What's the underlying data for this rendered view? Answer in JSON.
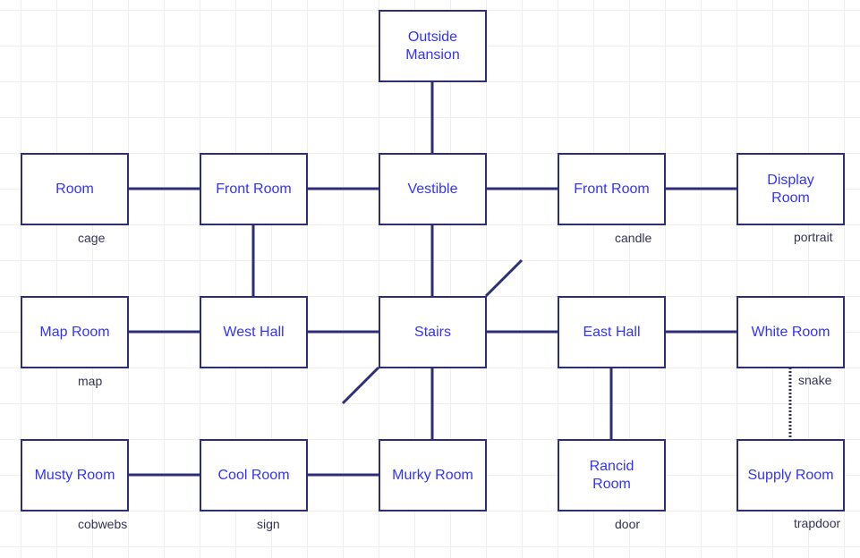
{
  "diagram": {
    "rooms": [
      {
        "id": "outside",
        "label": "Outside Mansion",
        "col": 2,
        "row": 0,
        "item": ""
      },
      {
        "id": "room",
        "label": "Room",
        "col": 0,
        "row": 1,
        "item": "cage"
      },
      {
        "id": "front_room_w",
        "label": "Front Room",
        "col": 1,
        "row": 1,
        "item": ""
      },
      {
        "id": "vestible",
        "label": "Vestible",
        "col": 2,
        "row": 1,
        "item": ""
      },
      {
        "id": "front_room_e",
        "label": "Front Room",
        "col": 3,
        "row": 1,
        "item": "candle"
      },
      {
        "id": "display",
        "label": "Display Room",
        "col": 4,
        "row": 1,
        "item": "portrait"
      },
      {
        "id": "map",
        "label": "Map Room",
        "col": 0,
        "row": 2,
        "item": "map"
      },
      {
        "id": "west_hall",
        "label": "West Hall",
        "col": 1,
        "row": 2,
        "item": ""
      },
      {
        "id": "stairs",
        "label": "Stairs",
        "col": 2,
        "row": 2,
        "item": ""
      },
      {
        "id": "east_hall",
        "label": "East Hall",
        "col": 3,
        "row": 2,
        "item": ""
      },
      {
        "id": "white",
        "label": "White Room",
        "col": 4,
        "row": 2,
        "item": "snake"
      },
      {
        "id": "musty",
        "label": "Musty Room",
        "col": 0,
        "row": 3,
        "item": "cobwebs"
      },
      {
        "id": "cool",
        "label": "Cool Room",
        "col": 1,
        "row": 3,
        "item": "sign"
      },
      {
        "id": "murky",
        "label": "Murky Room",
        "col": 2,
        "row": 3,
        "item": ""
      },
      {
        "id": "rancid",
        "label": "Rancid Room",
        "col": 3,
        "row": 3,
        "item": "door"
      },
      {
        "id": "supply",
        "label": "Supply Room",
        "col": 4,
        "row": 3,
        "item": "trapdoor"
      }
    ],
    "connections": [
      {
        "from": "outside",
        "to": "vestible",
        "style": "solid"
      },
      {
        "from": "room",
        "to": "front_room_w",
        "style": "solid"
      },
      {
        "from": "front_room_w",
        "to": "vestible",
        "style": "solid"
      },
      {
        "from": "vestible",
        "to": "front_room_e",
        "style": "solid"
      },
      {
        "from": "front_room_e",
        "to": "display",
        "style": "solid"
      },
      {
        "from": "front_room_w",
        "to": "west_hall",
        "style": "solid"
      },
      {
        "from": "vestible",
        "to": "stairs",
        "style": "solid"
      },
      {
        "from": "map",
        "to": "west_hall",
        "style": "solid"
      },
      {
        "from": "west_hall",
        "to": "stairs",
        "style": "solid"
      },
      {
        "from": "stairs",
        "to": "east_hall",
        "style": "solid"
      },
      {
        "from": "east_hall",
        "to": "white",
        "style": "solid"
      },
      {
        "from": "stairs",
        "to": "murky",
        "style": "solid"
      },
      {
        "from": "east_hall",
        "to": "rancid",
        "style": "solid"
      },
      {
        "from": "white",
        "to": "supply",
        "style": "dotted"
      },
      {
        "from": "musty",
        "to": "cool",
        "style": "solid"
      },
      {
        "from": "cool",
        "to": "murky",
        "style": "solid"
      }
    ],
    "stair_exits": [
      "up-right",
      "down-left"
    ],
    "colors": {
      "border": "#2e2e78",
      "label": "#3333ff",
      "item": "#333355",
      "grid": "#efefef"
    }
  }
}
